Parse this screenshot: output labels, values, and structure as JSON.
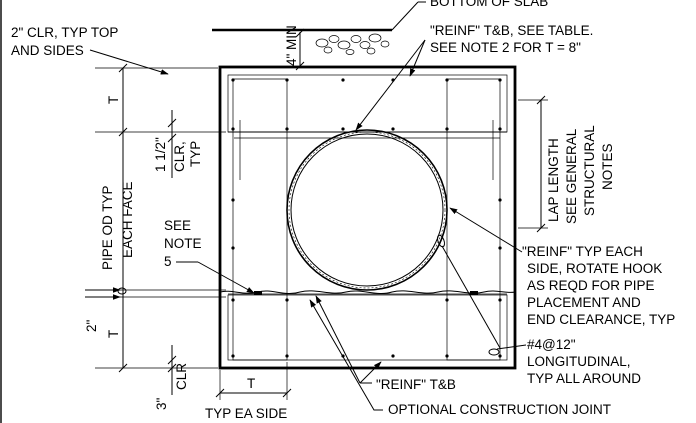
{
  "notes": {
    "bottom_of_slab": "BOTTOM OF SLAB",
    "min_4": "4\" MIN",
    "clr2_line1": "2\" CLR, TYP TOP",
    "clr2_line2": "AND SIDES",
    "reinf_tb_line1": "\"REINF\" T&B, SEE TABLE.",
    "reinf_tb_line2": "SEE NOTE 2 FOR T = 8\"",
    "lap_line1": "LAP LENGTH",
    "lap_line2": "SEE GENERAL",
    "lap_line3": "STRUCTURAL",
    "lap_line4": "NOTES",
    "t_top": "T",
    "t_bottom": "T",
    "t_width": "T",
    "pipe_od_line1": "PIPE OD TYP",
    "pipe_od_line2": "EACH FACE",
    "clr112_line1": "1 1/2\"",
    "clr112_line2": "CLR,",
    "clr112_line3": "TYP",
    "see_note_line1": "SEE",
    "see_note_line2": "NOTE",
    "see_note_line3": "5",
    "dim_2": "2\"",
    "dim_3": "3\"",
    "clr_bottom": "CLR",
    "typ_ea_side": "TYP EA SIDE",
    "reinf_each_line1": "\"REINF\" TYP EACH",
    "reinf_each_line2": "SIDE, ROTATE HOOK",
    "reinf_each_line3": "AS REQD FOR PIPE",
    "reinf_each_line4": "PLACEMENT AND",
    "reinf_each_line5": "END CLEARANCE, TYP",
    "long_line1": "#4@12\"",
    "long_line2": "LONGITUDINAL,",
    "long_line3": "TYP ALL AROUND",
    "reinf_tb_bottom": "\"REINF\" T&B",
    "construction_joint": "OPTIONAL CONSTRUCTION JOINT"
  }
}
